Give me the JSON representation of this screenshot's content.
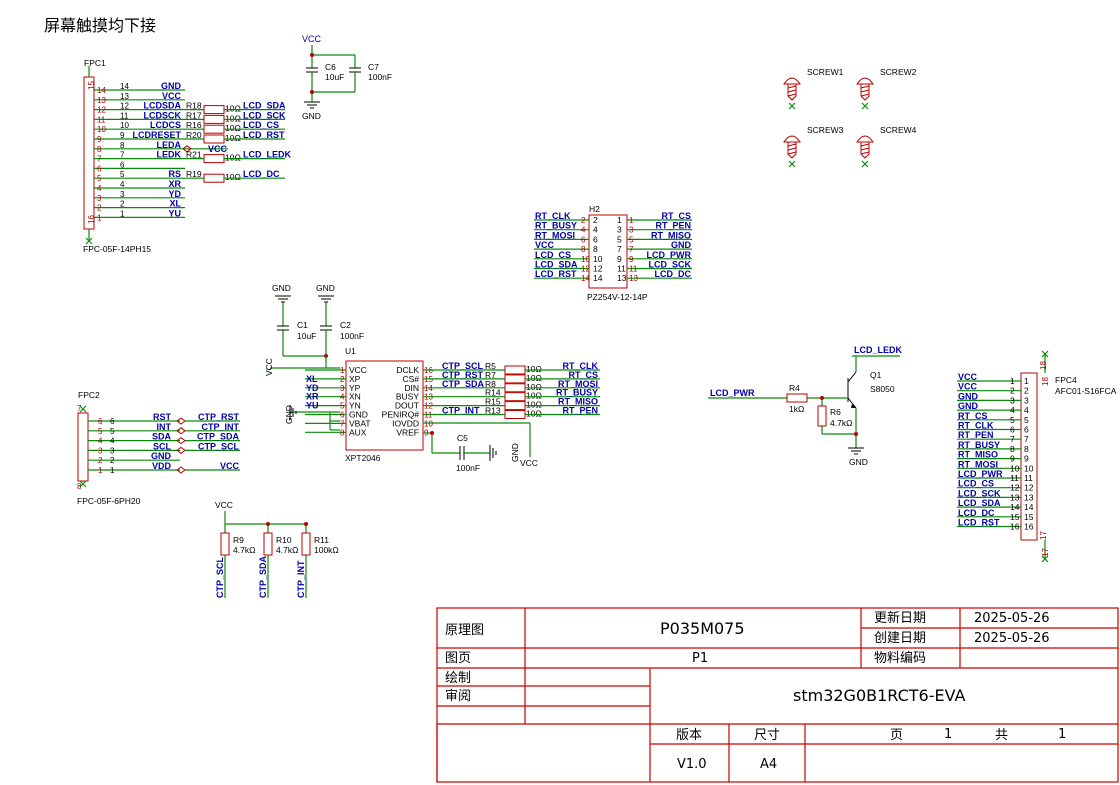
{
  "page_title": "屏幕触摸均下接",
  "power": {
    "vcc": "VCC",
    "gnd": "GND",
    "c6_label": "C6",
    "c6_value": "10uF",
    "c7_label": "C7",
    "c7_value": "100nF",
    "c1_label": "C1",
    "c1_value": "10uF",
    "c2_label": "C2",
    "c2_value": "100nF",
    "c5_label": "C5",
    "c5_value": "100nF"
  },
  "fpc1": {
    "ref": "FPC1",
    "footprint": "FPC-05F-14PH15",
    "mount_top": "15",
    "mount_bottom": "16",
    "pins": [
      {
        "num": "14",
        "net": "GND"
      },
      {
        "num": "13",
        "net": "VCC"
      },
      {
        "num": "12",
        "net": "LCDSDA",
        "res": "R18",
        "value": "10Ω",
        "out": "LCD_SDA"
      },
      {
        "num": "11",
        "net": "LCDSCK",
        "res": "R17",
        "value": "10Ω",
        "out": "LCD_SCK"
      },
      {
        "num": "10",
        "net": "LCDCS",
        "res": "R16",
        "value": "10Ω",
        "out": "LCD_CS"
      },
      {
        "num": "9",
        "net": "LCDRESET",
        "res": "R20",
        "value": "10Ω",
        "out": "LCD_RST"
      },
      {
        "num": "8",
        "net": "LEDA",
        "out": "VCC"
      },
      {
        "num": "7",
        "net": "LEDK",
        "res": "R21",
        "value": "10Ω",
        "out": "LCD_LEDK"
      },
      {
        "num": "6",
        "net": ""
      },
      {
        "num": "5",
        "net": "RS",
        "res": "R19",
        "value": "10Ω",
        "out": "LCD_DC"
      },
      {
        "num": "4",
        "net": "XR"
      },
      {
        "num": "3",
        "net": "YD"
      },
      {
        "num": "2",
        "net": "XL"
      },
      {
        "num": "1",
        "net": "YU"
      }
    ]
  },
  "fpc2": {
    "ref": "FPC2",
    "footprint": "FPC-05F-6PH20",
    "mount_top": "7",
    "mount_bottom": "8",
    "pins": [
      {
        "num": "6",
        "net": "RST",
        "out": "CTP_RST"
      },
      {
        "num": "5",
        "net": "INT",
        "out": "CTP_INT"
      },
      {
        "num": "4",
        "net": "SDA",
        "out": "CTP_SDA"
      },
      {
        "num": "3",
        "net": "SCL",
        "out": "CTP_SCL"
      },
      {
        "num": "2",
        "net": "GND",
        "out": ""
      },
      {
        "num": "1",
        "net": "VDD",
        "out": "VCC"
      }
    ]
  },
  "u1": {
    "ref": "U1",
    "part": "XPT2046",
    "left": [
      {
        "num": "1",
        "pin": "VCC",
        "net": ""
      },
      {
        "num": "2",
        "pin": "XP",
        "net": "XL"
      },
      {
        "num": "3",
        "pin": "YP",
        "net": "YD"
      },
      {
        "num": "4",
        "pin": "XN",
        "net": "XR"
      },
      {
        "num": "5",
        "pin": "YN",
        "net": "YU"
      },
      {
        "num": "6",
        "pin": "GND",
        "net": ""
      },
      {
        "num": "7",
        "pin": "VBAT",
        "net": ""
      },
      {
        "num": "8",
        "pin": "AUX",
        "net": ""
      }
    ],
    "right": [
      {
        "num": "16",
        "pin": "DCLK",
        "net": "CTP_SCL",
        "res": "R5",
        "value": "10Ω",
        "out": "RT_CLK"
      },
      {
        "num": "15",
        "pin": "CS#",
        "net": "CTP_RST",
        "res": "R7",
        "value": "10Ω",
        "out": "RT_CS"
      },
      {
        "num": "14",
        "pin": "DIN",
        "net": "CTP_SDA",
        "res": "R8",
        "value": "10Ω",
        "out": "RT_MOSI"
      },
      {
        "num": "13",
        "pin": "BUSY",
        "net": "",
        "res": "R14",
        "value": "10Ω",
        "out": "RT_BUSY"
      },
      {
        "num": "12",
        "pin": "DOUT",
        "net": "",
        "res": "R15",
        "value": "10Ω",
        "out": "RT_MISO"
      },
      {
        "num": "11",
        "pin": "PENIRQ#",
        "net": "CTP_INT",
        "res": "R13",
        "value": "10Ω",
        "out": "RT_PEN"
      },
      {
        "num": "10",
        "pin": "IOVDD",
        "net": ""
      },
      {
        "num": "9",
        "pin": "VREF",
        "net": ""
      }
    ]
  },
  "h2": {
    "ref": "H2",
    "footprint": "PZ254V-12-14P",
    "left": [
      {
        "net": "RT_CLK",
        "num": "2"
      },
      {
        "net": "RT_BUSY",
        "num": "4"
      },
      {
        "net": "RT_MOSI",
        "num": "6"
      },
      {
        "net": "VCC",
        "num": "8"
      },
      {
        "net": "LCD_CS",
        "num": "10"
      },
      {
        "net": "LCD_SDA",
        "num": "12"
      },
      {
        "net": "LCD_RST",
        "num": "14"
      }
    ],
    "right": [
      {
        "num": "1",
        "net": "RT_CS"
      },
      {
        "num": "3",
        "net": "RT_PEN"
      },
      {
        "num": "5",
        "net": "RT_MISO"
      },
      {
        "num": "7",
        "net": "GND"
      },
      {
        "num": "9",
        "net": "LCD_PWR"
      },
      {
        "num": "11",
        "net": "LCD_SCK"
      },
      {
        "num": "13",
        "net": "LCD_DC"
      }
    ]
  },
  "screws": [
    "SCREW1",
    "SCREW2",
    "SCREW3",
    "SCREW4"
  ],
  "q1": {
    "ref": "Q1",
    "part": "S8050",
    "collector_net": "LCD_LEDK",
    "base_net": "LCD_PWR",
    "r4_label": "R4",
    "r4_value": "1kΩ",
    "r6_label": "R6",
    "r6_value": "4.7kΩ",
    "gnd": "GND"
  },
  "pullups": {
    "vcc": "VCC",
    "items": [
      {
        "ref": "R9",
        "value": "4.7kΩ",
        "net": "CTP_SCL"
      },
      {
        "ref": "R10",
        "value": "4.7kΩ",
        "net": "CTP_SDA"
      },
      {
        "ref": "R11",
        "value": "100kΩ",
        "net": "CTP_INT"
      }
    ]
  },
  "fpc4": {
    "ref": "FPC4",
    "footprint": "AFC01-S16FCA",
    "mount_top": "18",
    "mount_bottom": "17",
    "pins": [
      {
        "num": "1",
        "net": "VCC"
      },
      {
        "num": "2",
        "net": "VCC"
      },
      {
        "num": "3",
        "net": "GND"
      },
      {
        "num": "4",
        "net": "GND"
      },
      {
        "num": "5",
        "net": "RT_CS"
      },
      {
        "num": "6",
        "net": "RT_CLK"
      },
      {
        "num": "7",
        "net": "RT_PEN"
      },
      {
        "num": "8",
        "net": "RT_BUSY"
      },
      {
        "num": "9",
        "net": "RT_MISO"
      },
      {
        "num": "10",
        "net": "RT_MOSI"
      },
      {
        "num": "11",
        "net": "LCD_PWR"
      },
      {
        "num": "12",
        "net": "LCD_CS"
      },
      {
        "num": "13",
        "net": "LCD_SCK"
      },
      {
        "num": "14",
        "net": "LCD_SDA"
      },
      {
        "num": "15",
        "net": "LCD_DC"
      },
      {
        "num": "16",
        "net": "LCD_RST"
      }
    ]
  },
  "title_block": {
    "schematic_label": "原理图",
    "schematic_name": "P035M075",
    "updated_label": "更新日期",
    "updated_date": "2025-05-26",
    "created_label": "创建日期",
    "created_date": "2025-05-26",
    "sheet_label": "图页",
    "sheet_value": "P1",
    "material_label": "物料编码",
    "drawn_label": "绘制",
    "reviewed_label": "审阅",
    "board_name": "stm32G0B1RCT6-EVA",
    "version_label": "版本",
    "version_value": "V1.0",
    "size_label": "尺寸",
    "size_value": "A4",
    "page_label": "页",
    "page_value": "1",
    "total_label": "共",
    "total_value": "1"
  },
  "colors": {
    "wire": "#0a8a0a",
    "component": "#b00000",
    "net_label": "#0000aa",
    "title_border": "#cc0000"
  }
}
